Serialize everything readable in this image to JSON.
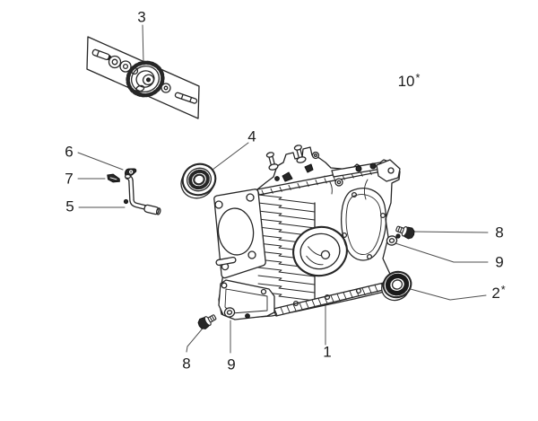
{
  "palette": {
    "background": "#ffffff",
    "ink": "#262626",
    "leader_line": "#4f4f4f",
    "label_text": "#1c1c1c"
  },
  "callouts": {
    "part1": {
      "number": "1"
    },
    "part2": {
      "number": "2",
      "note": "*"
    },
    "part3": {
      "number": "3"
    },
    "part4": {
      "number": "4"
    },
    "part5": {
      "number": "5"
    },
    "part6": {
      "number": "6"
    },
    "part7": {
      "number": "7"
    },
    "part8_right": {
      "number": "8"
    },
    "part9_right": {
      "number": "9"
    },
    "part8_lower": {
      "number": "8"
    },
    "part9_lower": {
      "number": "9"
    },
    "part10": {
      "number": "10",
      "note": "*"
    }
  }
}
